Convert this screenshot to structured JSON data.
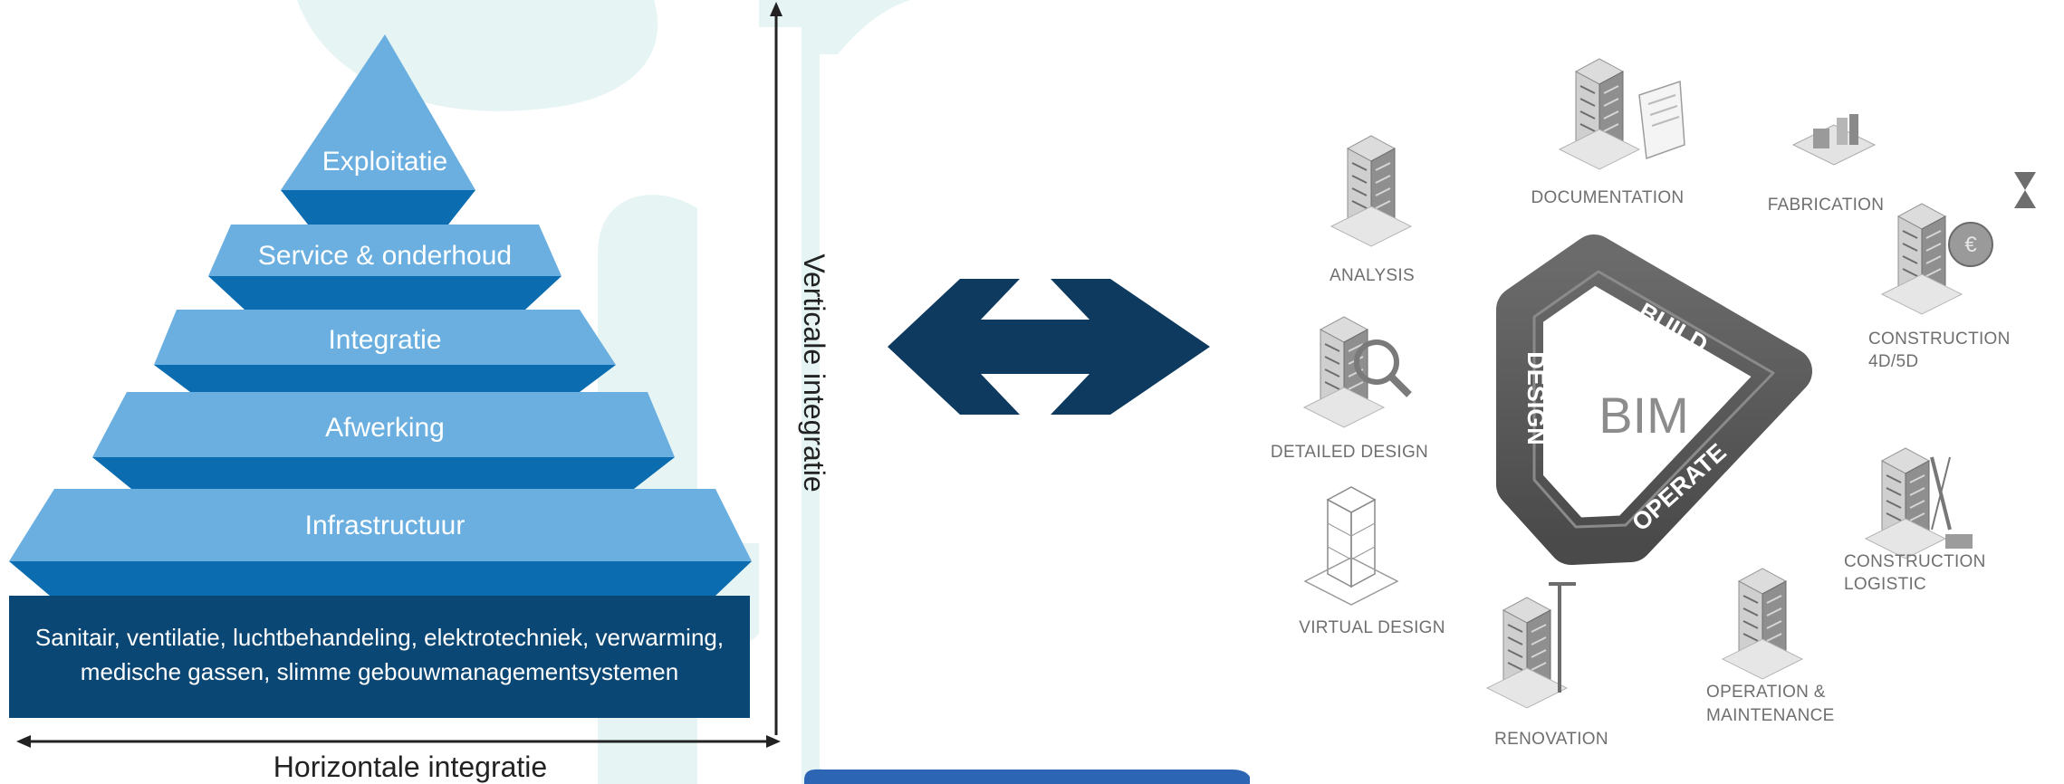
{
  "pyramid": {
    "levels": [
      "Exploitatie",
      "Service & onderhoud",
      "Integratie",
      "Afwerking",
      "Infrastructuur"
    ],
    "base_line1": "Sanitair, ventilatie, luchtbehandeling, elektrotechniek, verwarming,",
    "base_line2": "medische gassen, slimme gebouwmanagementsystemen",
    "vertical_axis": "Verticale integratie",
    "horizontal_axis": "Horizontale integratie"
  },
  "bim": {
    "center": "BIM",
    "band_design": "DESIGN",
    "band_build": "BUILD",
    "band_operate": "OPERATE",
    "stages": {
      "documentation": "DOCUMENTATION",
      "fabrication": "FABRICATION",
      "analysis": "ANALYSIS",
      "construction_1": "CONSTRUCTION",
      "construction_2": "4D/5D",
      "detailed_design": "DETAILED DESIGN",
      "virtual_design": "VIRTUAL DESIGN",
      "logistic_1": "CONSTRUCTION",
      "logistic_2": "LOGISTIC",
      "renovation": "RENOVATION",
      "operation_1": "OPERATION &",
      "operation_2": "MAINTENANCE"
    }
  },
  "colors": {
    "pyramid_light": "#6aafe0",
    "pyramid_dark": "#0b6cb0",
    "base_box": "#0b4774",
    "arrow": "#0d3a5e",
    "background_tint": "#e6f5f4",
    "bottom_tab": "#2c65b4"
  }
}
